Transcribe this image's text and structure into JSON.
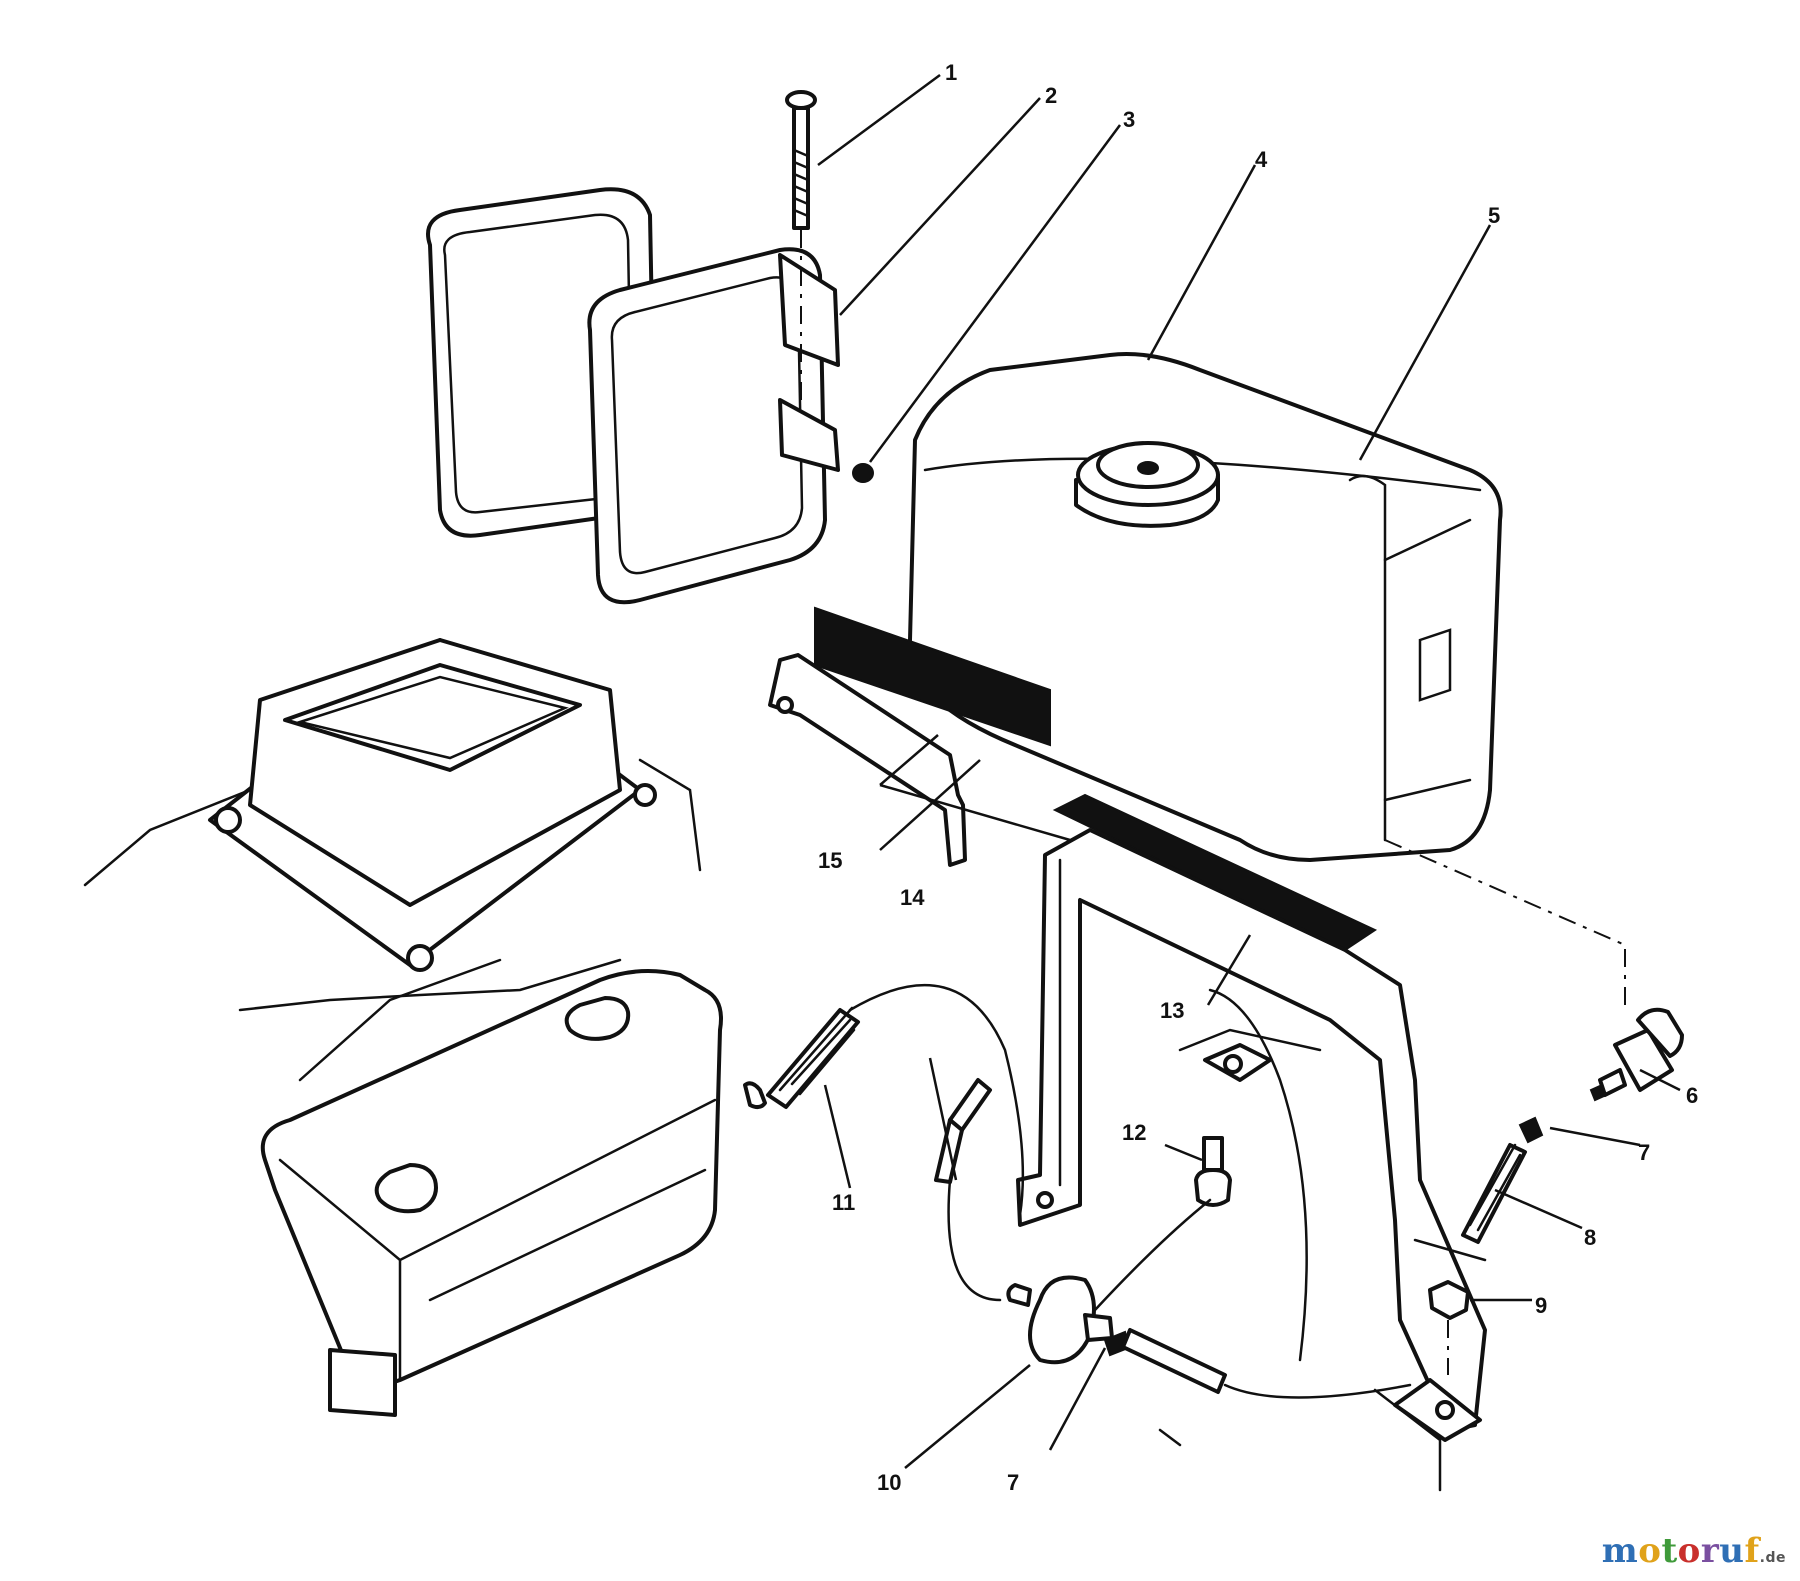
{
  "callouts": [
    "1",
    "2",
    "3",
    "4",
    "5",
    "6",
    "7",
    "7",
    "8",
    "9",
    "10",
    "11",
    "12",
    "13",
    "14",
    "15"
  ],
  "watermark": {
    "text": "motoruf",
    "suffix": ".de"
  }
}
